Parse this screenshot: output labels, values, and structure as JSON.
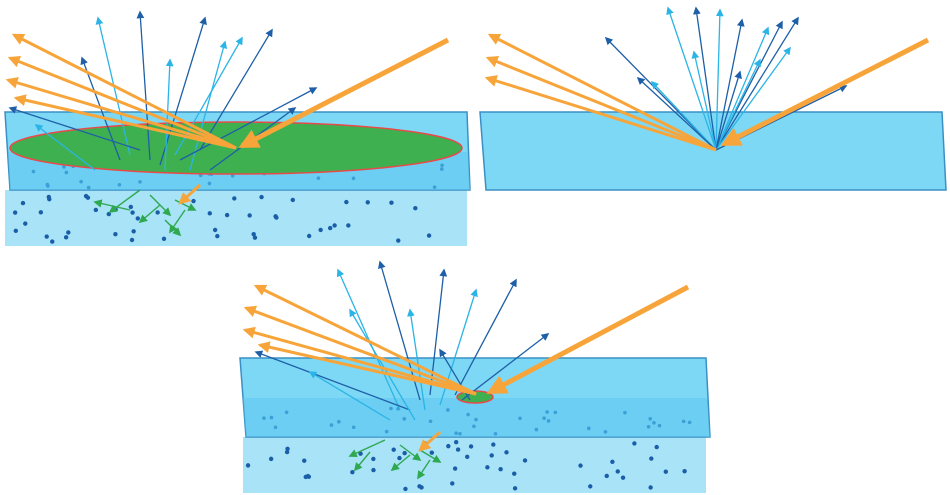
{
  "colors": {
    "surface": "#7dd8f5",
    "surface_stroke": "#3b8fc4",
    "slab_dark": "#5cc6ee",
    "subsurface": "#a8e3f8",
    "particle_dark": "#1a5ea8",
    "particle_light": "#3aa0d6",
    "incident": "#f7a53a",
    "reflected_orange": "#f7a53a",
    "ray_dark": "#1e5fa8",
    "ray_light": "#2bb4e6",
    "subsurface_green": "#2fa84f",
    "footprint_fill": "#3fb04f",
    "footprint_stroke": "#e84a4a"
  },
  "panels": [
    {
      "id": "top-left",
      "footprint": "large",
      "subsurface": true
    },
    {
      "id": "top-right",
      "footprint": "none",
      "subsurface": false
    },
    {
      "id": "bottom",
      "footprint": "small",
      "subsurface": true
    }
  ]
}
